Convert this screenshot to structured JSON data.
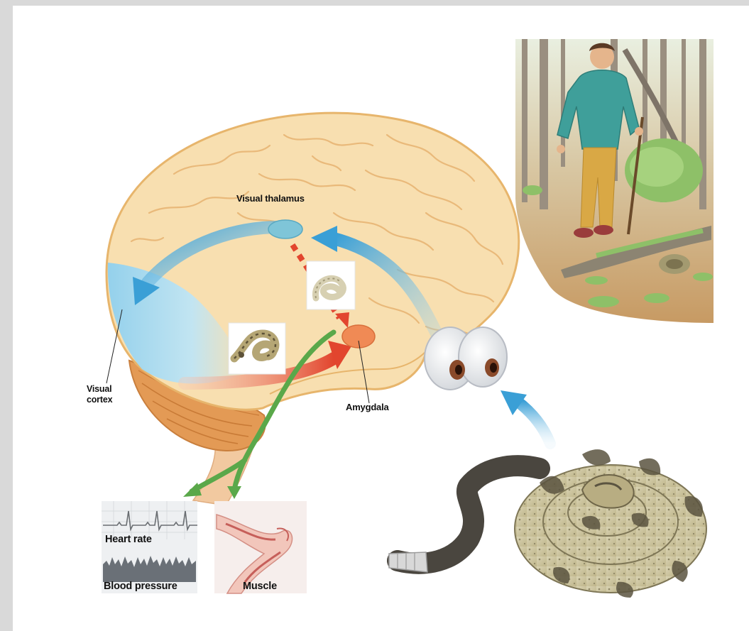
{
  "labels": {
    "visual_thalamus": "Visual thalamus",
    "visual_cortex": "Visual cortex",
    "amygdala": "Amygdala",
    "heart_rate": "Heart rate",
    "blood_pressure": "Blood pressure",
    "muscle": "Muscle"
  },
  "colors": {
    "brain": "#f8dfb0",
    "cerebellum": "#e39a55",
    "visual_pathway": "#3a9fd6",
    "amygdala_pathway": "#e2452e",
    "response_pathway": "#5aa84a",
    "thalamus": "#7fc5d8",
    "amygdala": "#f08a55"
  }
}
